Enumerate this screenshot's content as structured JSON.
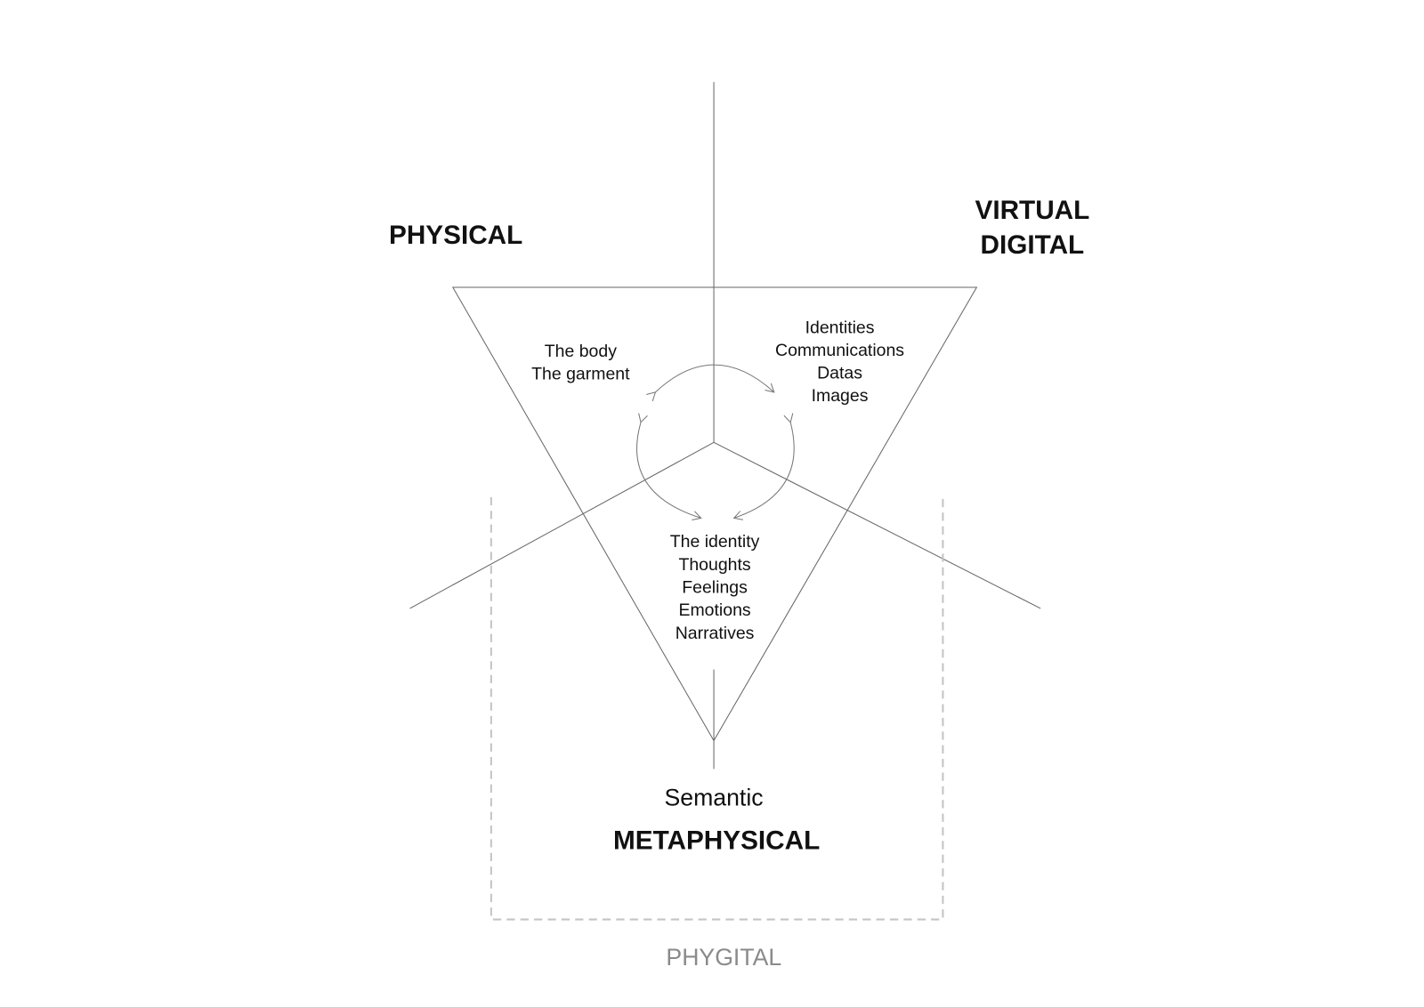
{
  "labels": {
    "physical": "PHYSICAL",
    "virtual": "VIRTUAL",
    "digital": "DIGITAL",
    "semantic": "Semantic",
    "metaphysical": "METAPHYSICAL",
    "phygital": "PHYGITAL"
  },
  "physical_items": [
    "The body",
    "The garment"
  ],
  "digital_items": [
    "Identities",
    "Communications",
    "Datas",
    "Images"
  ],
  "metaphysical_items": [
    "The identity",
    "Thoughts",
    "Feelings",
    "Emotions",
    "Narratives"
  ],
  "colors": {
    "line": "#666666",
    "dashed_box": "#c4c4c4",
    "phygital_text": "#8a8a8a"
  }
}
